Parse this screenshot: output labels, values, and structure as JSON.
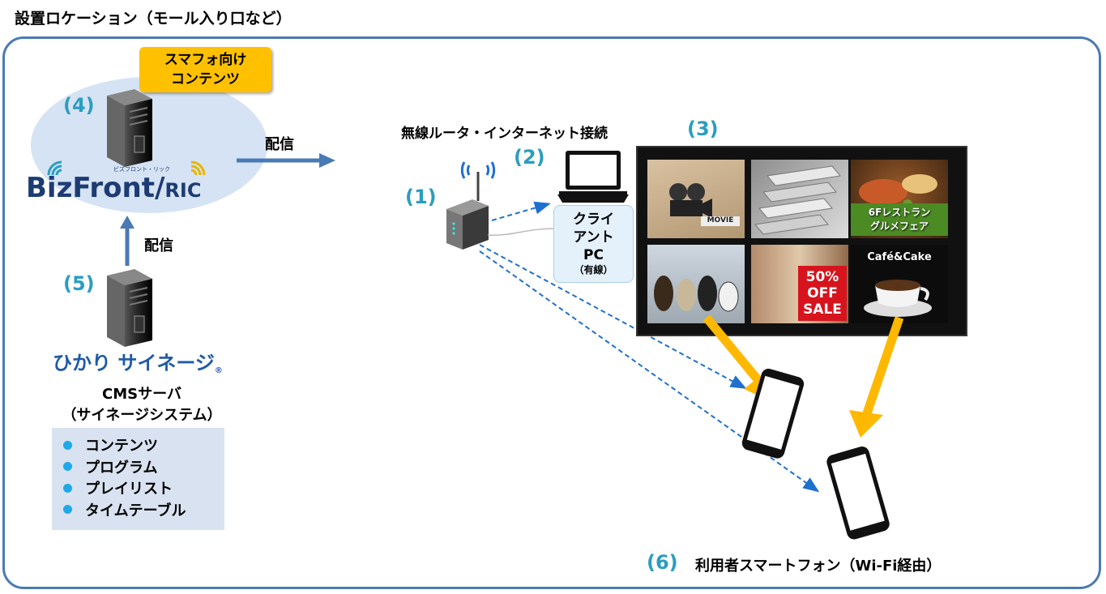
{
  "title": "設置ロケーション（モール入り口など）",
  "callout": {
    "line1": "スマフォ向け",
    "line2": "コンテンツ"
  },
  "numbers": {
    "n1": "(1)",
    "n2": "(2)",
    "n3": "(3)",
    "n4": "(4)",
    "n5": "(5)",
    "n6": "(6)"
  },
  "logos": {
    "bizfront": "BizFront/",
    "bizfront_ric": "RIC",
    "bizfront_small": "ビズフロント・リック",
    "hikari": "ひかり サイネージ",
    "registered": "®"
  },
  "arrows": {
    "distribute_right": "配信",
    "distribute_up": "配信"
  },
  "router_label": "無線ルータ・インターネット接続",
  "pc": {
    "line1": "クライ",
    "line2": "アント",
    "line3": "PC",
    "line4": "（有線）"
  },
  "cms": {
    "line1": "CMSサーバ",
    "line2": "（サイネージシステム）"
  },
  "cms_items": [
    "コンテンツ",
    "プログラム",
    "プレイリスト",
    "タイムテーブル"
  ],
  "screen_tiles": {
    "movie": "MOVIE",
    "restaurant_line1": "6Fレストラン",
    "restaurant_line2": "グルメフェア",
    "cafe": "Café&Cake",
    "sale_line1": "50%",
    "sale_line2": "OFF",
    "sale_line3": "SALE"
  },
  "smartphone_label": "利用者スマートフォン（Wi-Fi経由）",
  "colors": {
    "frame": "#4a7ab5",
    "number": "#2a9ec0",
    "callout": "#ffc000",
    "arrow_yellow": "#ffb800",
    "bullet": "#1ea9e8"
  }
}
